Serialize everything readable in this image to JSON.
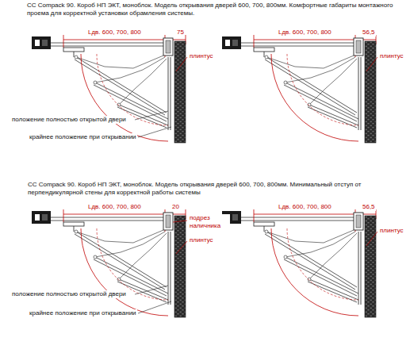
{
  "diagram": {
    "title": "СС Compack 90. Короб НП ЭКТ, моноблок. Модель открывания дверей 600, 700, 800мм. Комфортные габариты монтажного проема для корректной установки обрамления системы.",
    "labels": [
      "Lдв. 600, 700, 800",
      "75",
      "плинтус",
      "положение полностью открытой двери",
      "крайнее положение при открывании",
      "Lдв. 600, 700, 800",
      "56,5",
      "плинтус",
      "СС Compack 90. Короб НП ЭКТ, моноблок. Модель открывания дверей 600, 700, 800мм. Минимальный отступ от перпендикулярной стены для корректной работы системы",
      "Lдв. 600, 700, 800",
      "20",
      "подрез наличника",
      "плинтус",
      "положение полностью открытой двери",
      "крайнее положение при открывании",
      "Lдв. 600, 700, 800",
      "56,5",
      "плинтус"
    ]
  }
}
